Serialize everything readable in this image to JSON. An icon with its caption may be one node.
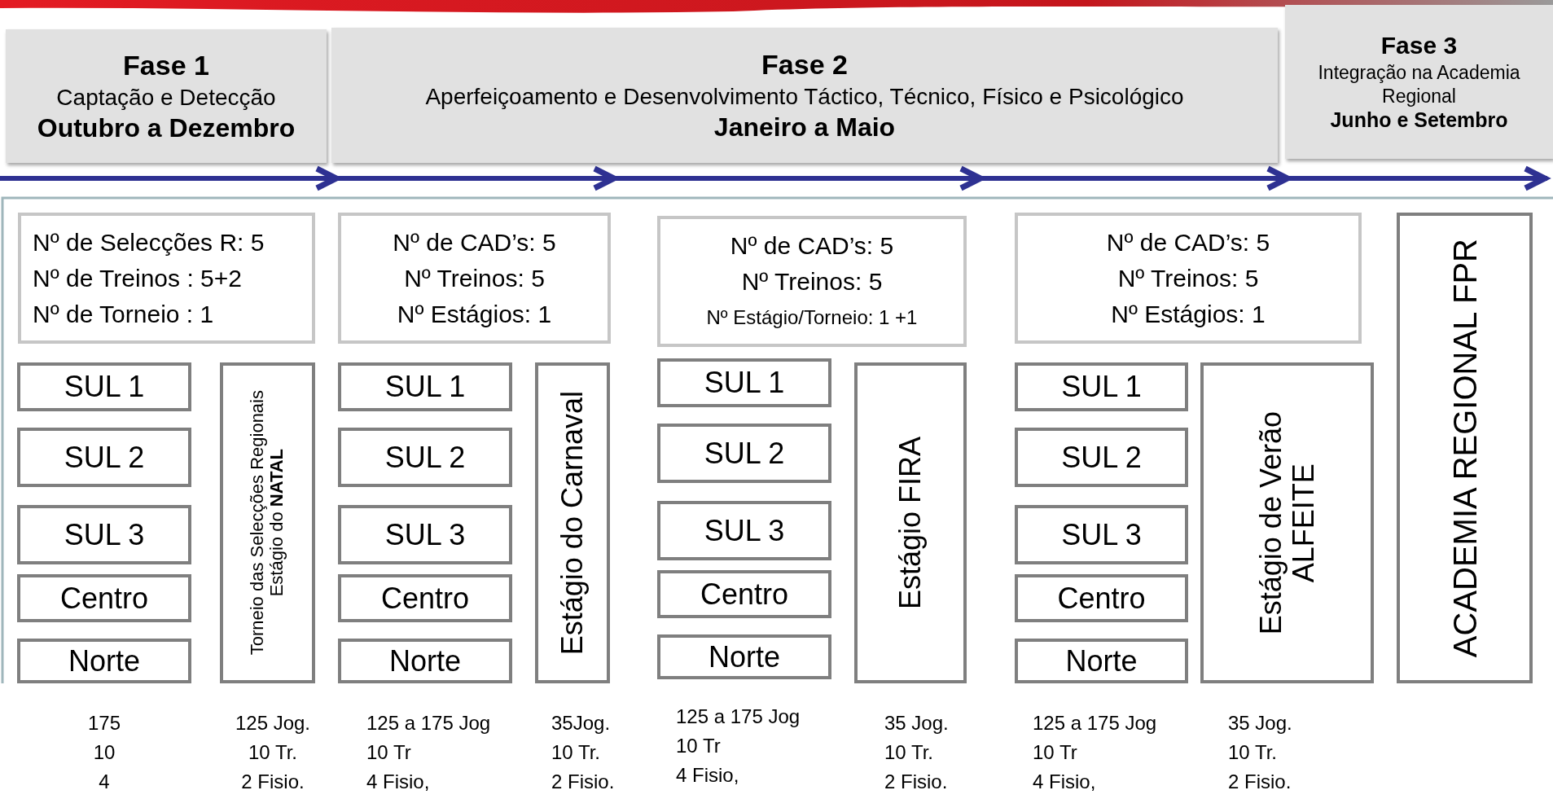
{
  "diagram": {
    "nodes": [
      {
        "text": [
          "Fase 1",
          "Captação e Detecção",
          "Outubro a Dezembro"
        ]
      },
      {
        "text": [
          "Fase 2",
          "Aperfeiçoamento e Desenvolvimento Táctico, Técnico, Físico e Psicológico",
          "Janeiro a Maio"
        ]
      },
      {
        "text": [
          "Fase 3",
          "Integração na Academia Regional",
          "Junho e Setembro"
        ]
      },
      {
        "text": [
          "Nº de Selecções R: 5",
          "Nº de Treinos : 5+2",
          "Nº de Torneio : 1"
        ]
      },
      {
        "text": [
          "SUL 1"
        ]
      },
      {
        "text": [
          "SUL 2"
        ]
      },
      {
        "text": [
          "SUL 3"
        ]
      },
      {
        "text": [
          "Centro"
        ]
      },
      {
        "text": [
          "Norte"
        ]
      },
      {
        "text": [
          "Torneio das Selecções Regionais",
          "Estágio do **NATAL**"
        ]
      },
      {
        "text": [
          "Nº de CAD’s: 5",
          "Nº Treinos: 5",
          "Nº Estágios: 1"
        ]
      },
      {
        "text": [
          "SUL 1"
        ]
      },
      {
        "text": [
          "SUL 2"
        ]
      },
      {
        "text": [
          "SUL 3"
        ]
      },
      {
        "text": [
          "Centro"
        ]
      },
      {
        "text": [
          "Norte"
        ]
      },
      {
        "text": [
          "Estágio do Carnaval"
        ]
      },
      {
        "text": [
          "Nº de CAD’s: 5",
          "Nº Treinos: 5",
          "Nº Estágio/Torneio: 1 +1"
        ]
      },
      {
        "text": [
          "SUL 1"
        ]
      },
      {
        "text": [
          "SUL 2"
        ]
      },
      {
        "text": [
          "SUL 3"
        ]
      },
      {
        "text": [
          "Centro"
        ]
      },
      {
        "text": [
          "Norte"
        ]
      },
      {
        "text": [
          "Estágio FIRA"
        ]
      },
      {
        "text": [
          "Nº de CAD’s: 5",
          "Nº Treinos: 5",
          "Nº Estágios: 1"
        ]
      },
      {
        "text": [
          "SUL 1"
        ]
      },
      {
        "text": [
          "SUL 2"
        ]
      },
      {
        "text": [
          "SUL 3"
        ]
      },
      {
        "text": [
          "Centro"
        ]
      },
      {
        "text": [
          "Norte"
        ]
      },
      {
        "text": [
          "Estágio de Verão",
          "ALFEITE"
        ]
      },
      {
        "text": [
          "ACADEMIA REGIONAL FPR"
        ]
      }
    ],
    "labels": [
      "175",
      "10",
      "4",
      "125 Jog.",
      "10 Tr.",
      "2 Fisio.",
      "125 a 175 Jog",
      "10 Tr",
      "4 Fisio,",
      "35Jog.",
      "10 Tr.",
      "2 Fisio.",
      "125 a 175 Jog",
      "10 Tr",
      "4 Fisio,",
      "35 Jog.",
      "10 Tr.",
      "2 Fisio.",
      "125 a 175 Jog",
      "10 Tr",
      "4 Fisio,",
      "35 Jog.",
      "10 Tr.",
      "2 Fisio."
    ]
  }
}
